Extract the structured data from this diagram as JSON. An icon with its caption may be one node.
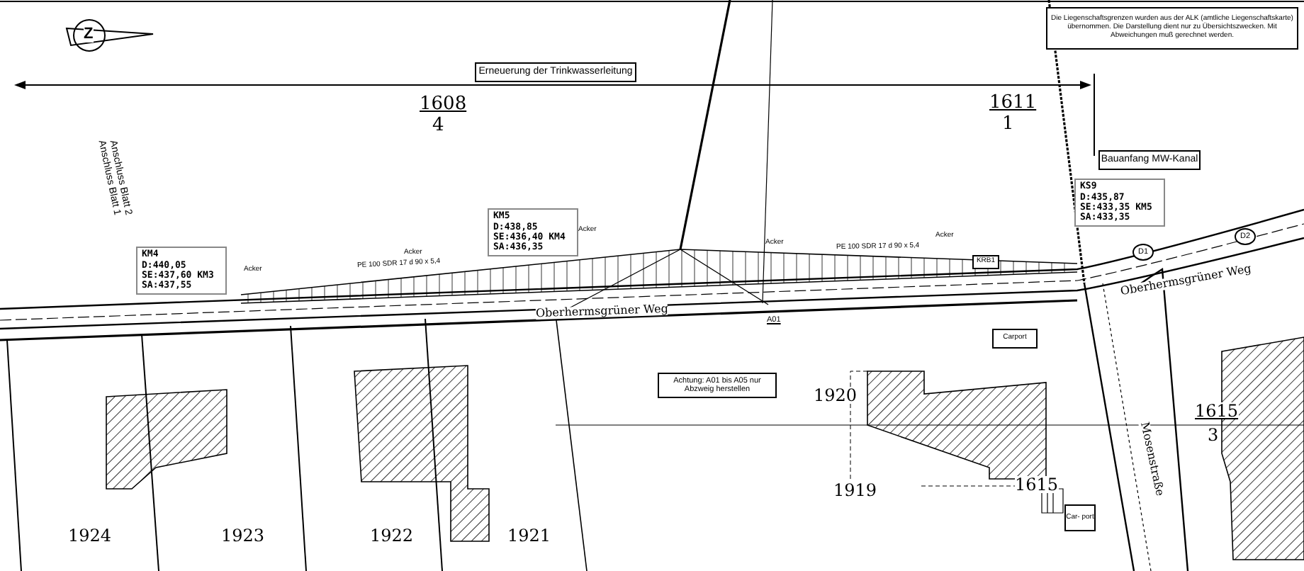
{
  "diagram": {
    "nodes": [
      {
        "text": [
          "Erneuerung der Trinkwasserleitung"
        ]
      },
      {
        "text": [
          "Die Liegenschaftsgrenzen wurden aus der ALK (amtliche Liegenschaftskarte) übernommen. Die Darstellung dient nur zu Übersichtszwecken. Mit Abweichungen muß gerechnet werden."
        ]
      },
      {
        "text": [
          "Bauanfang MW-Kanal"
        ]
      },
      {
        "text": [
          "KM4",
          "D:440,05",
          "SE:437,60 KM3",
          "SA:437,55"
        ]
      },
      {
        "text": [
          "KM5",
          "D:438,85",
          "SE:436,40 KM4",
          "SA:436,35"
        ]
      },
      {
        "text": [
          "KS9",
          "D:435,87",
          "SE:433,35 KM5",
          "SA:433,35"
        ]
      },
      {
        "text": [
          "KRB1"
        ]
      },
      {
        "text": [
          "Achtung: A01 bis A05 nur Abzweig herstellen"
        ]
      },
      {
        "text": [
          "Carport"
        ]
      },
      {
        "text": [
          "Car- port"
        ]
      },
      {
        "text": [
          "D1"
        ]
      },
      {
        "text": [
          "D2"
        ]
      }
    ],
    "edges": [],
    "labels": [
      "1608",
      "4",
      "1611",
      "1",
      "Anschluss Blatt 2",
      "Anschluss Blatt 1",
      "Acker",
      "Acker",
      "Acker",
      "Acker",
      "Acker",
      "PE 100 SDR 17 d 90 x 5,4",
      "PE 100 SDR 17 d 90 x 5,4",
      "Oberhermsgrüner Weg",
      "Oberhermsgrüner Weg",
      "A01",
      "1920",
      "1919",
      "1615",
      "1615",
      "3",
      "Mosenstraße",
      "1924",
      "1923",
      "1922",
      "1921",
      "Z"
    ]
  }
}
